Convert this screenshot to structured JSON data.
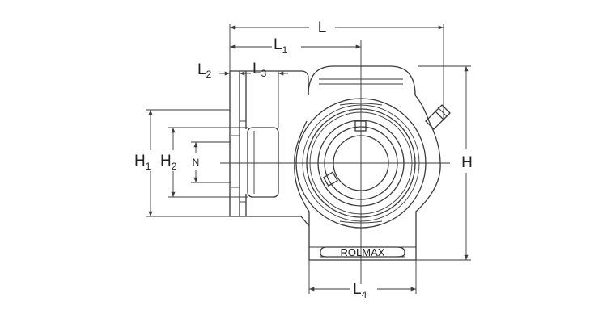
{
  "drawing": {
    "product": "Take-up bearing unit",
    "brand": "ROLMAX",
    "dimensions": {
      "L": {
        "main": "L",
        "sub": ""
      },
      "L1": {
        "main": "L",
        "sub": "1"
      },
      "L2": {
        "main": "L",
        "sub": "2"
      },
      "L3": {
        "main": "L",
        "sub": "3"
      },
      "L4": {
        "main": "L",
        "sub": "4"
      },
      "H": {
        "main": "H",
        "sub": ""
      },
      "H1": {
        "main": "H",
        "sub": "1"
      },
      "H2": {
        "main": "H",
        "sub": "2"
      },
      "N": {
        "main": "N",
        "sub": ""
      }
    }
  }
}
